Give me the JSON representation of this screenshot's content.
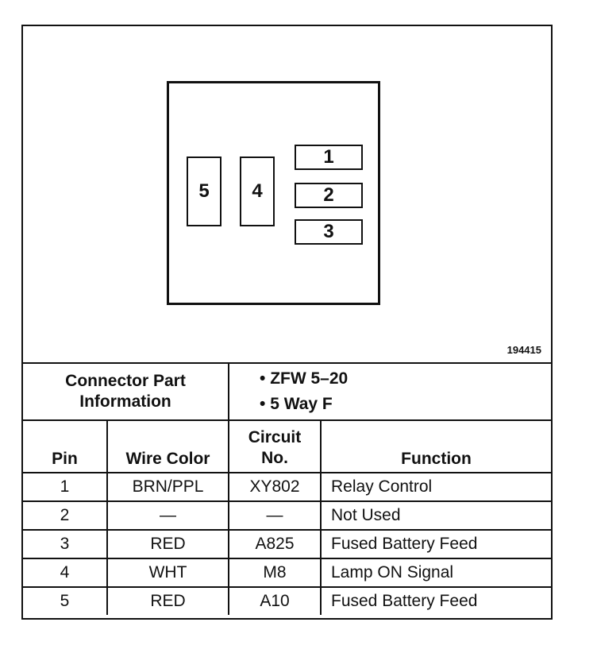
{
  "figure_id": "194415",
  "pins": {
    "p1": "1",
    "p2": "2",
    "p3": "3",
    "p4": "4",
    "p5": "5"
  },
  "connector_info": {
    "label_line1": "Connector Part",
    "label_line2": "Information",
    "items": [
      "ZFW 5–20",
      "5 Way F"
    ]
  },
  "headers": {
    "pin": "Pin",
    "wire_color": "Wire Color",
    "circuit_line1": "Circuit",
    "circuit_line2": "No.",
    "function": "Function"
  },
  "rows": [
    {
      "pin": "1",
      "wire_color": "BRN/PPL",
      "circuit": "XY802",
      "function": "Relay Control"
    },
    {
      "pin": "2",
      "wire_color": "—",
      "circuit": "—",
      "function": "Not Used"
    },
    {
      "pin": "3",
      "wire_color": "RED",
      "circuit": "A825",
      "function": "Fused Battery Feed"
    },
    {
      "pin": "4",
      "wire_color": "WHT",
      "circuit": "M8",
      "function": "Lamp ON Signal"
    },
    {
      "pin": "5",
      "wire_color": "RED",
      "circuit": "A10",
      "function": "Fused Battery Feed"
    }
  ]
}
